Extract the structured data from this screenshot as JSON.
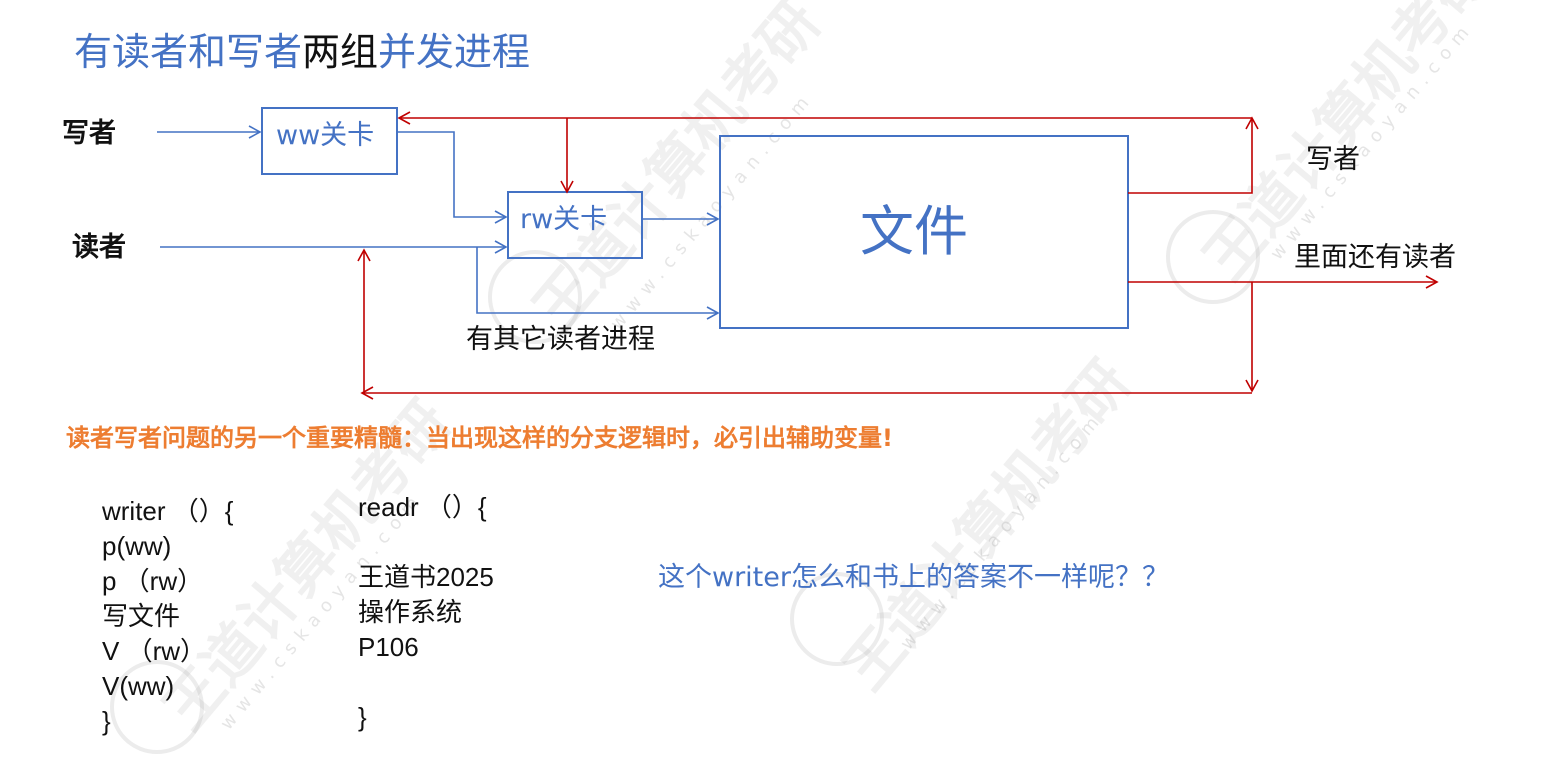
{
  "title": {
    "part1": "有读者和写者",
    "part2": "两组",
    "part3": "并发进程"
  },
  "diagram": {
    "writer_label": "写者",
    "reader_label": "读者",
    "ww_gate": "ww关卡",
    "rw_gate": "rw关卡",
    "file": "文件",
    "other_readers": "有其它读者进程",
    "right_writer": "写者",
    "right_readers": "里面还有读者"
  },
  "note": "读者写者问题的另一个重要精髓：当出现这样的分支逻辑时，必引出辅助变量!",
  "writer_code": [
    "writer （）{",
    "p(ww)",
    "p （rw）",
    "写文件",
    "V （rw）",
    "V(ww)",
    "}"
  ],
  "reader_code": [
    "readr （）{",
    "",
    "王道书2025",
    "操作系统",
    "P106",
    "",
    "}"
  ],
  "question": "这个writer怎么和书上的答案不一样呢？？",
  "watermark": {
    "brand": "王道计算机考研",
    "url": "www.cskaoyan.com"
  },
  "colors": {
    "blue": "#4472c4",
    "red": "#c00000",
    "orange": "#ed7d31",
    "text": "#111111"
  }
}
